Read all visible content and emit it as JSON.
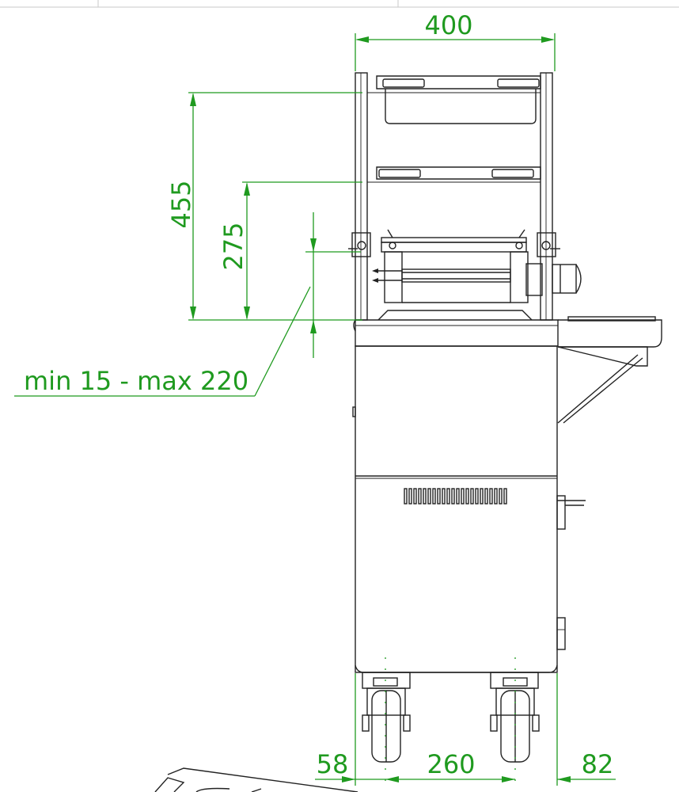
{
  "drawing": {
    "dimensions": {
      "width_top": "400",
      "height_upper": "455",
      "height_lower": "275",
      "adjust_range": "min 15 - max 220",
      "wheel_left_offset": "58",
      "wheel_spacing": "260",
      "wheel_right_offset": "82"
    },
    "colors": {
      "dimension": "#1f9a1f",
      "outline": "#222222",
      "frame_rule": "#c8c8c8"
    }
  }
}
